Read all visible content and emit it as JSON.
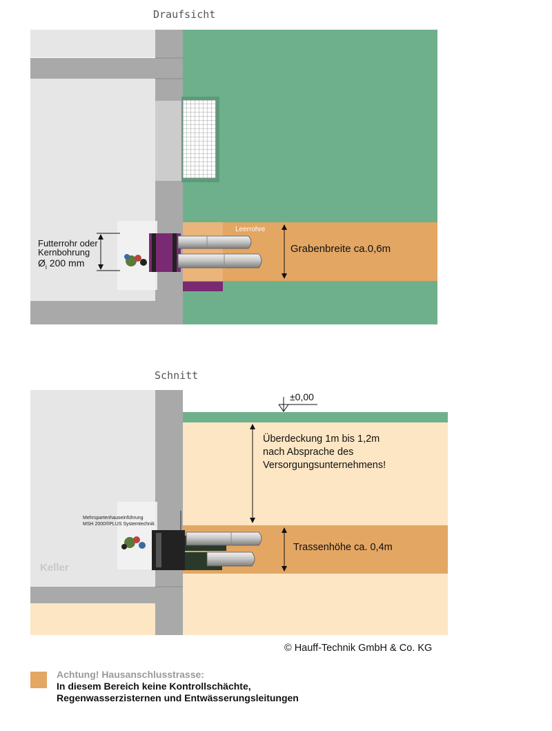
{
  "colors": {
    "green": "#6fb08c",
    "trench": "#e3a663",
    "soil": "#fde6c4",
    "wall": "#a9a9a9",
    "interior": "#e6e6e6",
    "purple": "#7a2a72"
  },
  "top_view": {
    "title": "Draufsicht",
    "sleeve_label_line1": "Futterrohr oder",
    "sleeve_label_line2": "Kernbohrung",
    "sleeve_diameter_symbol": "Ø",
    "sleeve_diameter_sub": "i",
    "sleeve_diameter_value": " 200 mm",
    "conduits_label": "Leerrohre",
    "trench_width_label": "Grabenbreite ca.0,6m"
  },
  "section_view": {
    "title": "Schnitt",
    "level_label": "±0,00",
    "cover_line1": "Überdeckung 1m bis 1,2m",
    "cover_line2": "nach Absprache des",
    "cover_line3": "Versorgungsunternehmens!",
    "trench_height_label": "Trassenhöhe ca. 0,4m",
    "entry_label_line1": "Mehrspartenhauseinführung",
    "entry_label_line2": "MSH 2000®PLUS Systemtechnik",
    "cellar_label": "Keller"
  },
  "copyright": "© Hauff-Technik GmbH & Co. KG",
  "legend": {
    "title": "Achtung! Hausanschlusstrasse:",
    "line1": "In diesem Bereich keine Kontrollschächte,",
    "line2": "Regenwasserzisternen und Entwässerungsleitungen"
  }
}
